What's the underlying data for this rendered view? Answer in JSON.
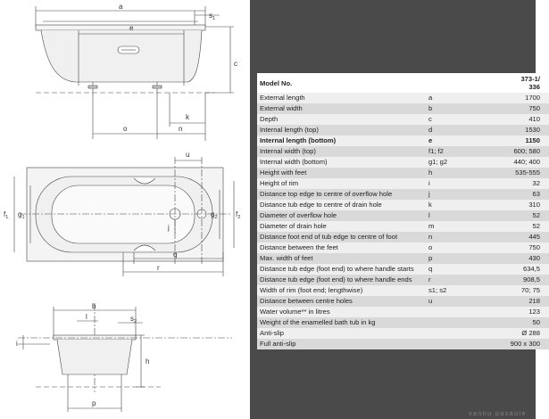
{
  "drawing_labels": {
    "a": "a",
    "s1": "s",
    "s1_sub": "1",
    "e": "e",
    "c": "c",
    "k": "k",
    "o": "o",
    "n": "n",
    "u": "u",
    "f1": "f",
    "f1_sub": "1",
    "g1": "g",
    "g1_sub": "1",
    "g2": "g",
    "g2_sub": "2",
    "f2": "f",
    "f2_sub": "2",
    "j": "j",
    "q": "q",
    "r": "r",
    "b": "b",
    "l": "l",
    "s2": "s",
    "s2_sub": "2",
    "i": "i",
    "h": "h",
    "p": "p"
  },
  "table": {
    "model_label": "Model No.",
    "model_value_line1": "373-1/",
    "model_value_line2": "336",
    "rows": [
      {
        "label": "External length",
        "sym": "a",
        "value": "1700"
      },
      {
        "label": "External width",
        "sym": "b",
        "value": "750"
      },
      {
        "label": "Depth",
        "sym": "c",
        "value": "410"
      },
      {
        "label": "Internal length (top)",
        "sym": "d",
        "value": "1530"
      },
      {
        "label": "Internal length (bottom)",
        "sym": "e",
        "value": "1150",
        "bold": true
      },
      {
        "label": "Internal width (top)",
        "sym": "f1; f2",
        "value": "600; 580"
      },
      {
        "label": "Internal width (bottom)",
        "sym": "g1; g2",
        "value": "440; 400"
      },
      {
        "label": "Height with feet",
        "sym": "h",
        "value": "535-555"
      },
      {
        "label": "Height of rim",
        "sym": "i",
        "value": "32"
      },
      {
        "label": "Distance top edge to centre of overflow hole",
        "sym": "j",
        "value": "63"
      },
      {
        "label": "Distance tub edge to centre of drain hole",
        "sym": "k",
        "value": "310"
      },
      {
        "label": "Diameter of overflow hole",
        "sym": "l",
        "value": "52"
      },
      {
        "label": "Diameter of drain hole",
        "sym": "m",
        "value": "52"
      },
      {
        "label": "Distance foot end of tub edge to centre of foot",
        "sym": "n",
        "value": "445"
      },
      {
        "label": "Distance between the feet",
        "sym": "o",
        "value": "750"
      },
      {
        "label": "Max. width of feet",
        "sym": "p",
        "value": "430"
      },
      {
        "label": "Distance tub edge (foot end) to where handle starts",
        "sym": "q",
        "value": "634,5"
      },
      {
        "label": "Distance tub edge (foot end) to where handle ends",
        "sym": "r",
        "value": "908,5"
      },
      {
        "label": "Width of rim (foot end; lengthwise)",
        "sym": "s1; s2",
        "value": "70; 75"
      },
      {
        "label": "Distance between centre holes",
        "sym": "u",
        "value": "218"
      },
      {
        "label": "Water volume** in litres",
        "sym": "",
        "value": "123"
      },
      {
        "label": "Weight of the enamelled bath tub in kg",
        "sym": "",
        "value": "50"
      },
      {
        "label": "Anti-slip",
        "sym": "",
        "value": "Ø 288"
      },
      {
        "label": "Full anti-slip",
        "sym": "",
        "value": "900 x 300"
      }
    ]
  },
  "watermark": "vannu pasaule"
}
